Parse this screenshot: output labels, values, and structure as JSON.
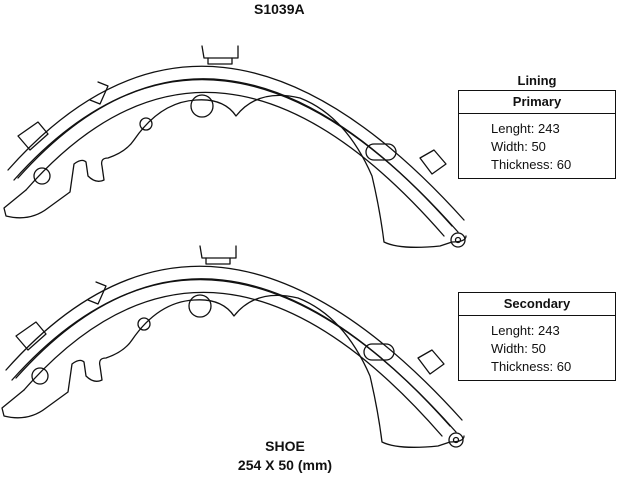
{
  "part_number": "S1039A",
  "lining_title": "Lining",
  "primary": {
    "heading": "Primary",
    "length": "Lenght: 243",
    "width": "Width: 50",
    "thickness": "Thickness: 60"
  },
  "secondary": {
    "heading": "Secondary",
    "length": "Lenght: 243",
    "width": "Width: 50",
    "thickness": "Thickness: 60"
  },
  "shoe": {
    "title": "SHOE",
    "dimensions": "254 X 50 (mm)"
  }
}
